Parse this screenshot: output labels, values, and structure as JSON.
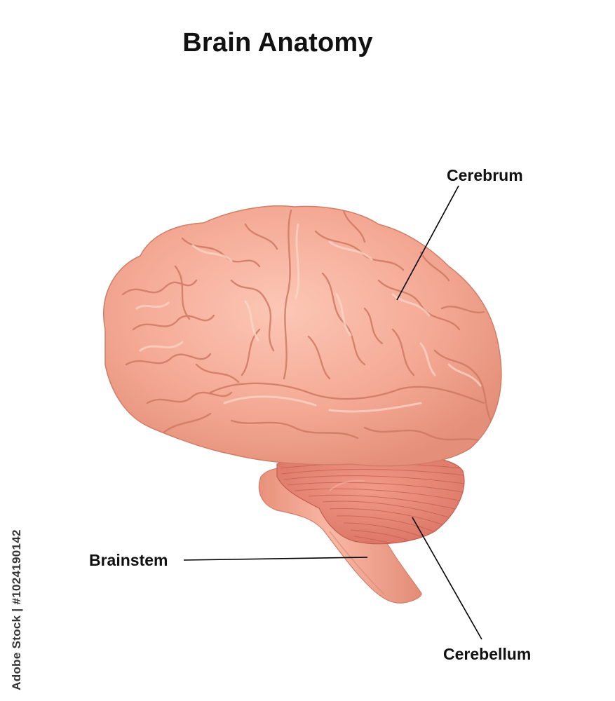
{
  "title": "Brain Anatomy",
  "labels": {
    "cerebrum": "Cerebrum",
    "brainstem": "Brainstem",
    "cerebellum": "Cerebellum"
  },
  "watermark": {
    "stock_id": "Adobe Stock | #1024190142"
  },
  "colors": {
    "cerebrum_fill": "#f4a994",
    "cerebrum_shadow": "#d9826b",
    "cerebrum_highlight": "#fcd2c4",
    "cerebellum_fill": "#e98574",
    "cerebellum_lines": "#c9604f",
    "brainstem_fill": "#f1a690",
    "text": "#111111",
    "leader_line": "#000000"
  }
}
